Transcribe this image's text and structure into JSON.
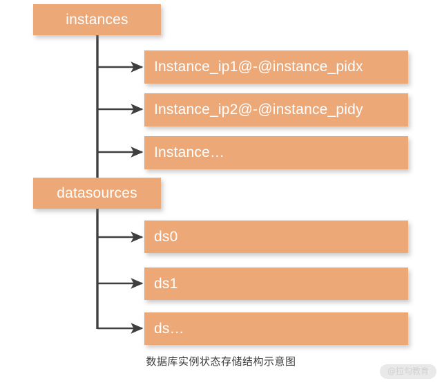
{
  "diagram": {
    "title_caption": "数据库实例状态存储结构示意图",
    "watermark": "@拉勾教育",
    "colors": {
      "node_fill": "#eda878",
      "node_text": "#ffffff",
      "connector": "#3f3f3f",
      "background": "#ffffff",
      "caption_text": "#3c3c3c",
      "watermark_bg": "#e9e9e9",
      "watermark_text": "#d2d2d2"
    },
    "groups": [
      {
        "root": {
          "label": "instances"
        },
        "children": [
          {
            "label": "Instance_ip1@-@instance_pidx"
          },
          {
            "label": "Instance_ip2@-@instance_pidy"
          },
          {
            "label": "Instance…"
          }
        ]
      },
      {
        "root": {
          "label": "datasources"
        },
        "children": [
          {
            "label": "ds0"
          },
          {
            "label": "ds1"
          },
          {
            "label": "ds…"
          }
        ]
      }
    ]
  }
}
